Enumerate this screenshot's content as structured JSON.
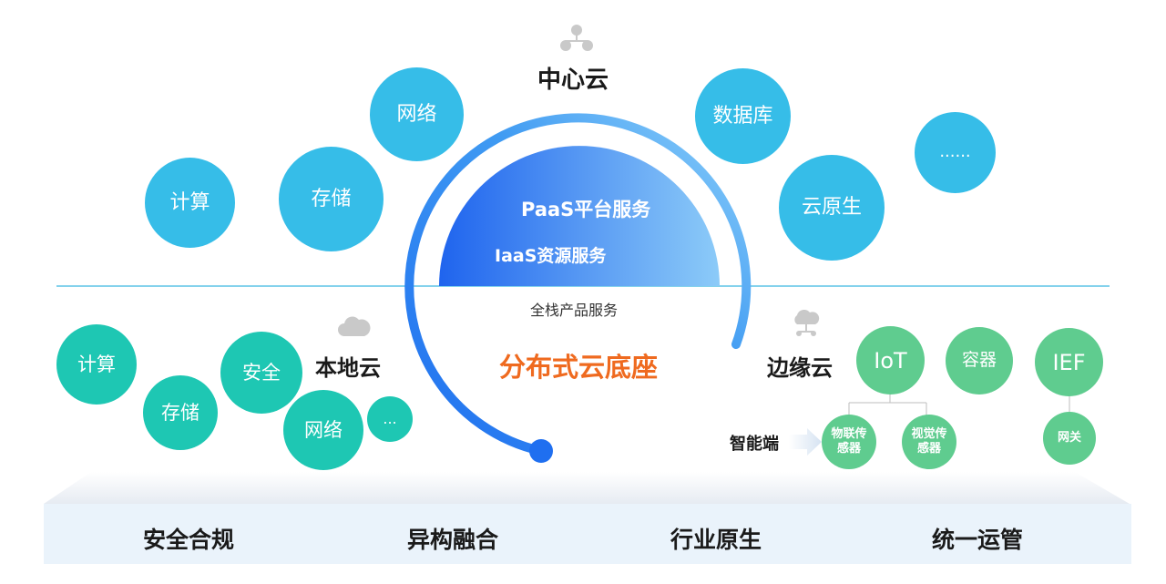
{
  "center_cloud": {
    "label": "中心云",
    "items": [
      "网络",
      "计算",
      "存储",
      "数据库",
      "云原生",
      "......"
    ]
  },
  "local_cloud": {
    "label": "本地云",
    "items": [
      "计算",
      "存储",
      "安全",
      "网络",
      "..."
    ]
  },
  "edge_cloud": {
    "label": "边缘云",
    "items": [
      "IoT",
      "容器",
      "IEF"
    ],
    "smart_end_label": "智能端",
    "sensors": [
      "物联传感器",
      "视觉传感器"
    ],
    "gateway": "网关"
  },
  "core": {
    "paas": "PaaS平台服务",
    "iaas": "IaaS资源服务",
    "full_stack": "全栈产品服务",
    "title": "分布式云底座"
  },
  "footer": {
    "items": [
      "安全合规",
      "异构融合",
      "行业原生",
      "统一运管"
    ]
  },
  "colors": {
    "center_bubble": "#36bde8",
    "local_bubble": "#1ec7b3",
    "edge_bubble": "#5fcc8f",
    "title_orange": "#ef6a1f",
    "arc_blue": "#1f7bf2"
  }
}
